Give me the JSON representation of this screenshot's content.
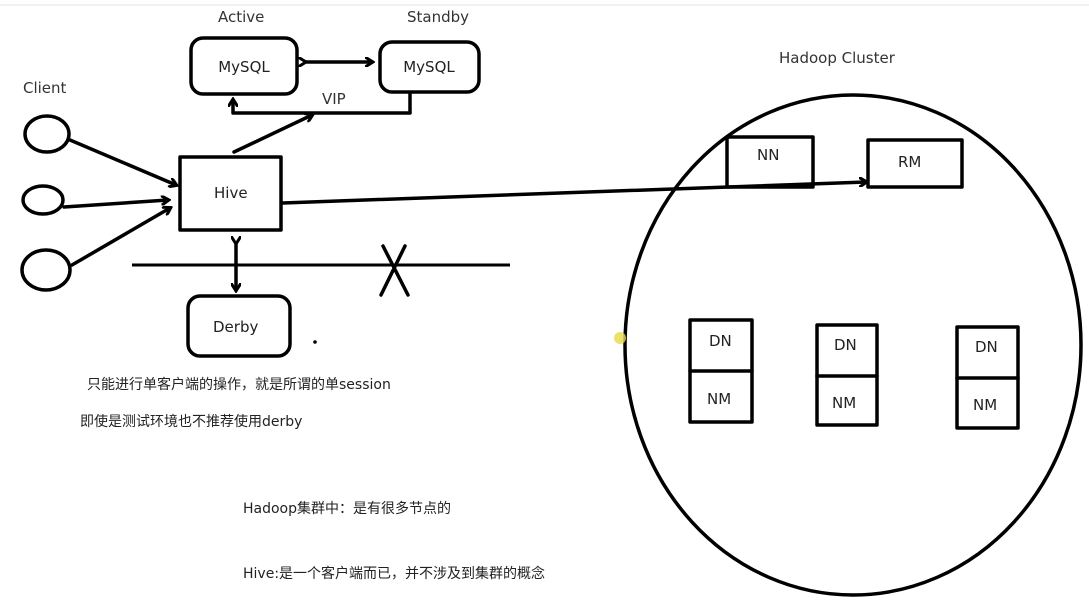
{
  "mysql_ha": {
    "active_label": "Active",
    "standby_label": "Standby",
    "active_box": "MySQL",
    "standby_box": "MySQL",
    "vip_label": "VIP"
  },
  "client_label": "Client",
  "hive_box": "Hive",
  "derby_box": "Derby",
  "cluster": {
    "title": "Hadoop Cluster",
    "nn": "NN",
    "rm": "RM",
    "nodes": [
      {
        "dn": "DN",
        "nm": "NM"
      },
      {
        "dn": "DN",
        "nm": "NM"
      },
      {
        "dn": "DN",
        "nm": "NM"
      }
    ]
  },
  "notes": {
    "derby_line1": "只能进行单客户端的操作，就是所谓的单session",
    "derby_line2": "即使是测试环境也不推荐使用derby",
    "hadoop_note": "Hadoop集群中：是有很多节点的",
    "hive_note": "Hive:是一个客户端而已，并不涉及到集群的概念"
  },
  "colors": {
    "pointer_dot": "#e8d94a"
  }
}
